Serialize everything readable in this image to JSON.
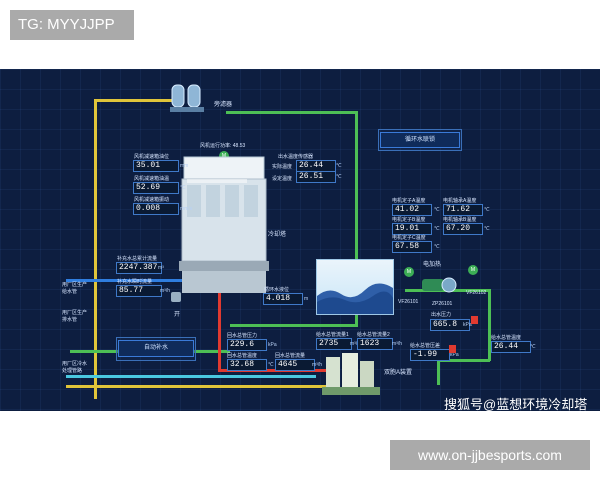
{
  "tag": "TG: MYYJJPP",
  "site": "www.on-jjbesports.com",
  "watermark": "搜狐号@蓝想环境冷却塔",
  "labels": {
    "bypass_filter": "旁滤器",
    "circulation_link": "循环水联锁",
    "fan_runtime": "风机运行功率: 48.53",
    "cooling_tower": "冷却塔",
    "electric_heat": "电加热",
    "auto_makeup": "自动补水",
    "open": "开",
    "dual_a_device": "双胞A装置",
    "left1": "用厂区生产\n给水管",
    "left2": "用厂区生产\n排水管",
    "left3": "用厂区冷水\n处理管路"
  },
  "tower_panel": {
    "r1_label": "风机减速箱油位",
    "r1_value": "35.01",
    "r1_unit": "mm",
    "r2_label": "风机减速箱油温",
    "r2_value": "52.69",
    "r2_unit": "℃",
    "r3_label": "风机减速箱振动",
    "r3_value": "0.008",
    "r3_unit": "mm/s"
  },
  "outlet_panel": {
    "title": "出水温度传感器",
    "a_label": "实际温度",
    "a_value": "26.44",
    "a_unit": "℃",
    "b_label": "设定温度",
    "b_value": "26.51",
    "b_unit": "℃"
  },
  "motor_panel": {
    "m1_label": "电机定子A温度",
    "m1_value": "41.02",
    "m1_unit": "℃",
    "m2_label": "电机定子B温度",
    "m2_value": "19.01",
    "m2_unit": "℃",
    "m3_label": "电机定子C温度",
    "m3_value": "67.58",
    "m3_unit": "℃",
    "n1_label": "电机轴承A温度",
    "n1_value": "71.62",
    "n1_unit": "℃",
    "n2_label": "电机轴承B温度",
    "n2_value": "67.20",
    "n2_unit": "℃"
  },
  "makeup": {
    "total_label": "补充水总累计流量",
    "total_value": "2247.387",
    "total_unit": "m³",
    "inst_label": "补充水瞬时流量",
    "inst_value": "85.77",
    "inst_unit": "m³/h"
  },
  "tank": {
    "label": "循环水液位",
    "value": "4.018",
    "unit": "m"
  },
  "pump": {
    "v1": "VF26101",
    "v2": "ZP26101",
    "v3": "VF26102"
  },
  "outflow": {
    "label": "出水压力",
    "value": "665.8",
    "unit": "kPa"
  },
  "return_panel": {
    "p_label": "回水总管压力",
    "p_value": "229.6",
    "p_unit": "kPa",
    "t_label": "回水总管温度",
    "t_value": "32.68",
    "t_unit": "℃",
    "f_label": "回水总管流量",
    "f_value": "4645",
    "f_unit": "m³/h"
  },
  "supply_panel": {
    "f1_label": "给水总管流量1",
    "f1_value": "2735",
    "f1_unit": "m³/h",
    "f2_label": "给水总管流量2",
    "f2_value": "1623",
    "f2_unit": "m³/h",
    "dp_label": "给水总管压差",
    "dp_value": "-1.99",
    "dp_unit": "kPa",
    "t_label": "给水总管温度",
    "t_value": "26.44",
    "t_unit": "℃"
  },
  "colors": {
    "green": "#4dbf55",
    "yellow": "#e0c53a",
    "blue": "#2f7ee0",
    "red": "#e03a30",
    "panel": "#0d1e40"
  }
}
